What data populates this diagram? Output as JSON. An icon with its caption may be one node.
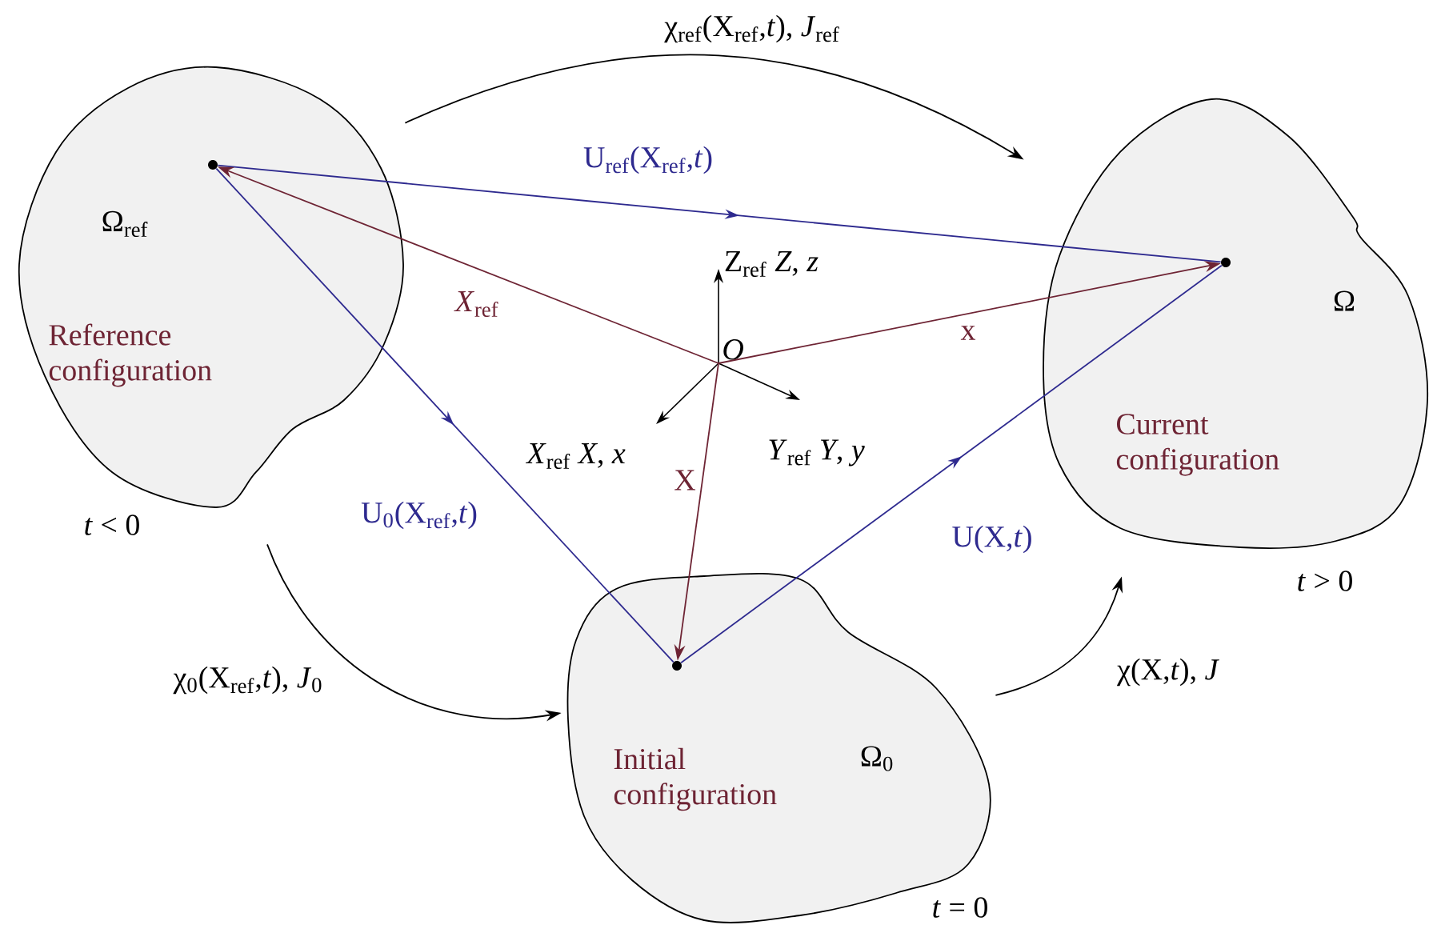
{
  "diagram": {
    "nodes": [
      {
        "text": [
          "Ω$_{ref}$",
          "Reference configuration"
        ],
        "beside": [
          "*t* < 0"
        ]
      },
      {
        "text": [],
        "shape": "circle",
        "in": 0
      },
      {
        "text": [
          "Ω",
          "Current configuration"
        ],
        "beside": [
          "*t* > 0"
        ]
      },
      {
        "text": [],
        "shape": "circle",
        "in": 2
      },
      {
        "text": [
          "O"
        ]
      },
      {
        "text": [
          "Initial configuration",
          "Ω$_{0}$"
        ],
        "beside": [
          "*t* = 0"
        ]
      },
      {
        "text": [],
        "shape": "circle",
        "in": 5
      }
    ],
    "edges": [
      {
        "from": 0,
        "to": 2,
        "arrow": "to",
        "label": "χ$_{ref}$(X$_{ref}$,*t*), *J*$_{ref}$"
      },
      {
        "from": 0,
        "to": 5,
        "arrow": "to",
        "label": "χ$_{0}$(X$_{ref}$,*t*), *J*$_{0}$"
      },
      {
        "from": 5,
        "to": 2,
        "arrow": "to",
        "label": "χ(X,*t*), *J*"
      },
      {
        "from": 1,
        "to": 3,
        "arrow": "to",
        "label": "U$_{ref}$(X$_{ref}$,*t*)",
        "color": "#2e2a8f"
      },
      {
        "from": 1,
        "to": 6,
        "arrow": "to",
        "label": "U$_{0}$(X$_{ref}$,*t*)",
        "color": "#2e2a8f"
      },
      {
        "from": 6,
        "to": 3,
        "arrow": "to",
        "label": "U(X,*t*)",
        "color": "#2e2a8f"
      },
      {
        "from": 4,
        "to": 1,
        "arrow": "to",
        "label": "*X*$_{ref}$",
        "color": "#6e2434"
      },
      {
        "from": 4,
        "to": 3,
        "arrow": "to",
        "label": "x",
        "color": "#6e2434"
      },
      {
        "from": 4,
        "to": 6,
        "arrow": "to",
        "label": "X",
        "color": "#6e2434"
      }
    ],
    "labels": [
      "Z$_{ref}$ *Z*, *z*",
      "*X*$_{ref}$ *X*, *x*",
      "*Y*$_{ref}$ *Y*, *y*"
    ]
  }
}
